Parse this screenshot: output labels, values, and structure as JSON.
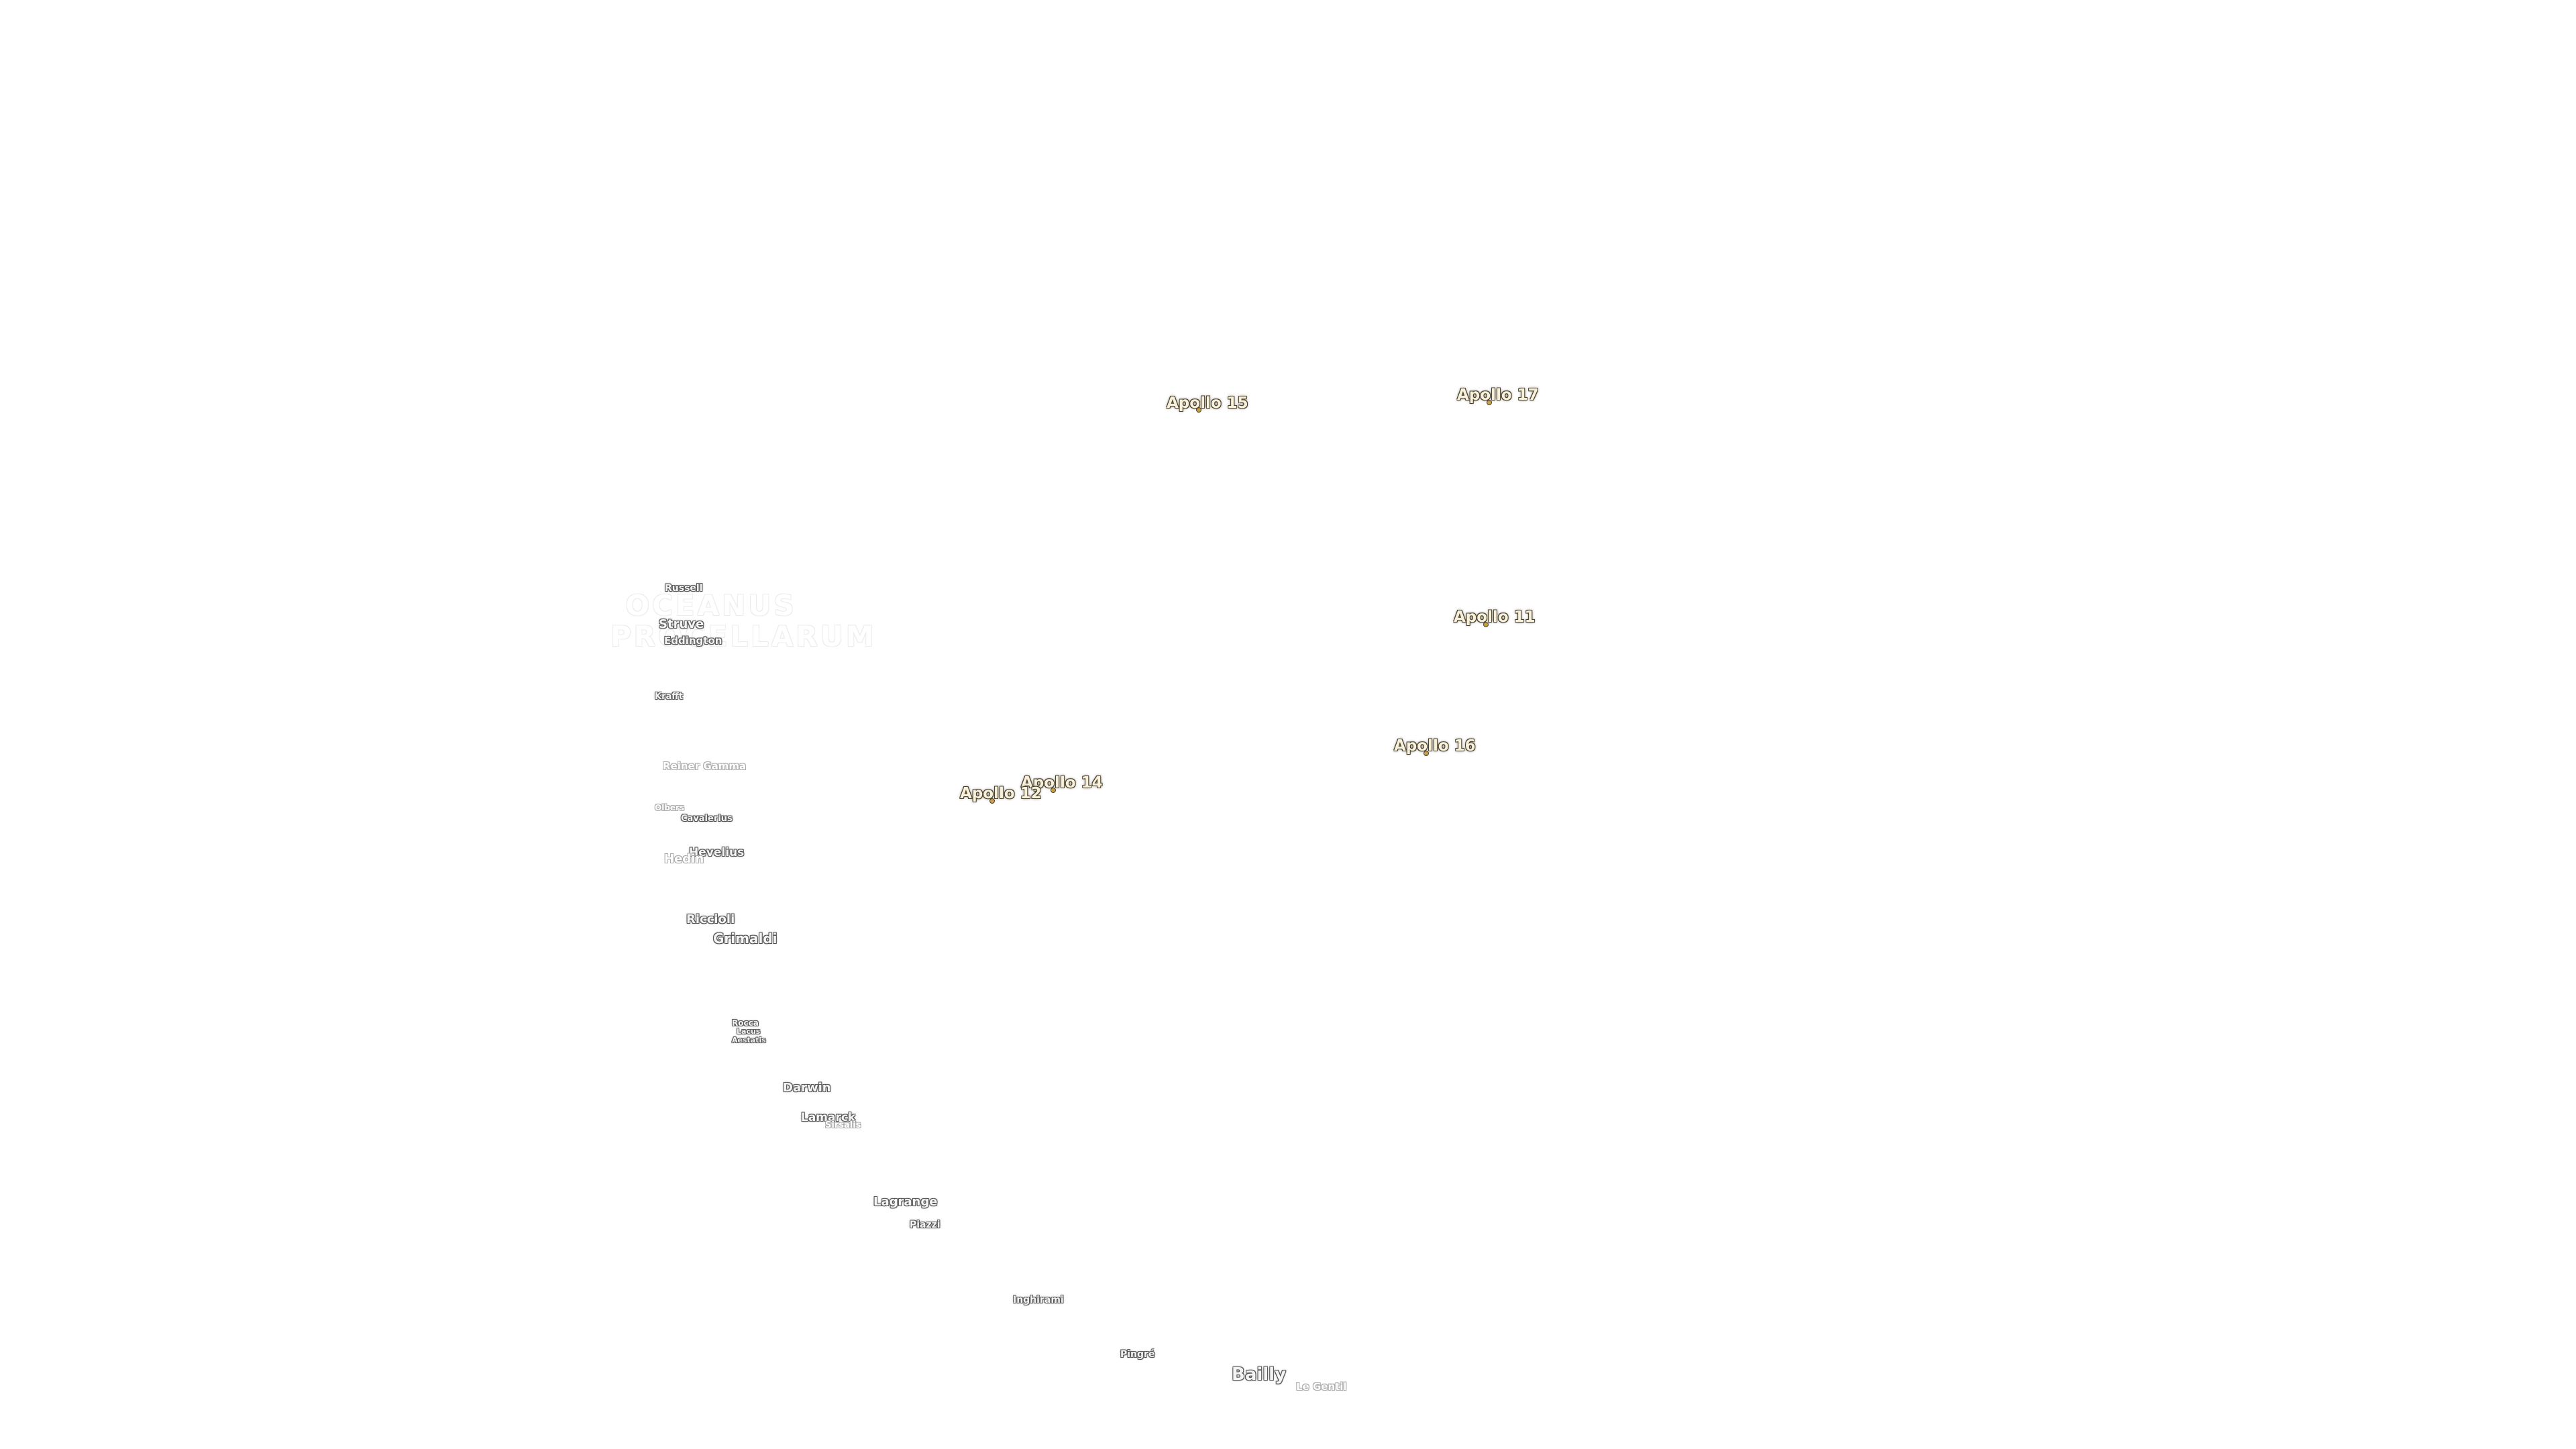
{
  "map": {
    "sea_labels": {
      "oceanus_procellarum_line1": "OCEANUS",
      "oceanus_procellarum_line2": "PROCELLARUM"
    },
    "landing_sites": [
      {
        "id": "apollo-15",
        "label": "Apollo 15"
      },
      {
        "id": "apollo-17",
        "label": "Apollo 17"
      },
      {
        "id": "apollo-11",
        "label": "Apollo 11"
      },
      {
        "id": "apollo-16",
        "label": "Apollo 16"
      },
      {
        "id": "apollo-14",
        "label": "Apollo 14"
      },
      {
        "id": "apollo-12",
        "label": "Apollo 12"
      }
    ],
    "craters": [
      {
        "id": "russell",
        "label": "Russell"
      },
      {
        "id": "struve",
        "label": "Struve"
      },
      {
        "id": "eddington",
        "label": "Eddington"
      },
      {
        "id": "krafft",
        "label": "Krafft"
      },
      {
        "id": "reiner-gamma",
        "label": "Reiner Gamma"
      },
      {
        "id": "olbers",
        "label": "Olbers"
      },
      {
        "id": "cavalerius",
        "label": "Cavalerius"
      },
      {
        "id": "hevelius",
        "label": "Hevelius"
      },
      {
        "id": "hedin",
        "label": "Hedin"
      },
      {
        "id": "riccioli",
        "label": "Riccioli"
      },
      {
        "id": "grimaldi",
        "label": "Grimaldi"
      },
      {
        "id": "rocca",
        "label": "Rocca"
      },
      {
        "id": "lacus-aestatis-1",
        "label": "Lacus"
      },
      {
        "id": "lacus-aestatis-2",
        "label": "Aestatis"
      },
      {
        "id": "darwin",
        "label": "Darwin"
      },
      {
        "id": "lamarck",
        "label": "Lamarck"
      },
      {
        "id": "sirsalis",
        "label": "Sirsalis"
      },
      {
        "id": "lagrange",
        "label": "Lagrange"
      },
      {
        "id": "piazzi",
        "label": "Piazzi"
      },
      {
        "id": "inghirami",
        "label": "Inghirami"
      },
      {
        "id": "pingre",
        "label": "Pingré"
      },
      {
        "id": "bailly",
        "label": "Bailly"
      },
      {
        "id": "le-gentil",
        "label": "Le Gentil"
      }
    ],
    "colors": {
      "background": "#ffffff",
      "label_fill": "#f4f4f4",
      "label_outline": "#555555",
      "apollo_fill": "#f7f0da",
      "apollo_marker": "#c9a24a"
    }
  }
}
